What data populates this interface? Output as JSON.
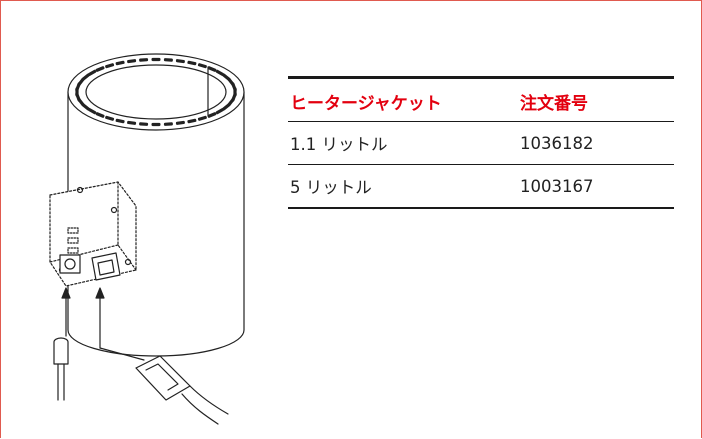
{
  "table": {
    "headers": [
      "ヒータージャケット",
      "注文番号"
    ],
    "rows": [
      [
        "1.1 リットル",
        "1036182"
      ],
      [
        "5 リットル",
        "1003167"
      ]
    ]
  },
  "colors": {
    "accent": "#e3000f",
    "frame": "#e05a4f",
    "rule": "#1a1a1a"
  },
  "illustration": {
    "icon": "heater-jacket-with-power-and-sensor-connectors-icon"
  }
}
